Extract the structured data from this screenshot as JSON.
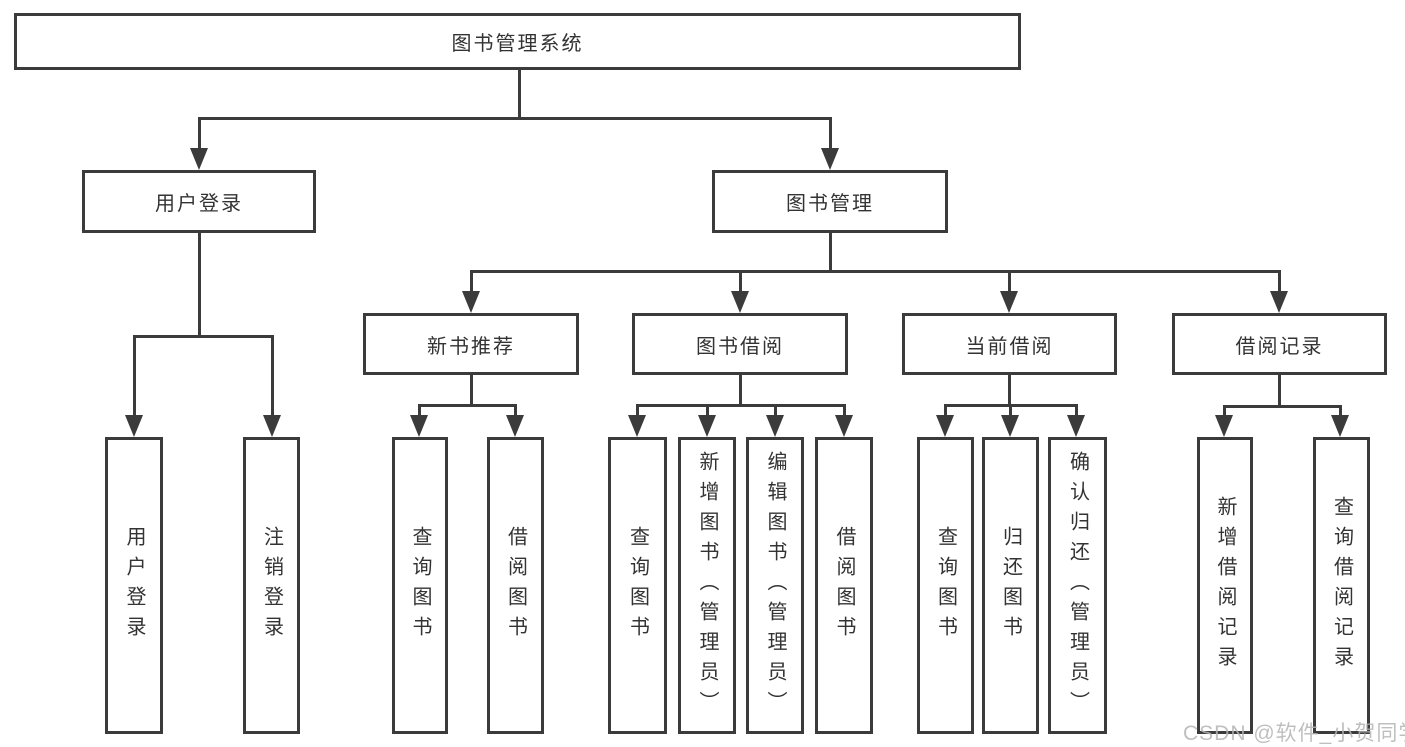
{
  "colors": {
    "line": "#3b3b3b",
    "text": "#333333",
    "bg": "#ffffff",
    "watermark": "#b5b5b5"
  },
  "watermark": {
    "text": "CSDN @软件_小贺同学"
  },
  "tree": {
    "label": "图书管理系统",
    "children": [
      {
        "label": "用户登录",
        "children": [
          {
            "label": "用户登录"
          },
          {
            "label": "注销登录"
          }
        ]
      },
      {
        "label": "图书管理",
        "children": [
          {
            "label": "新书推荐",
            "children": [
              {
                "label": "查询图书"
              },
              {
                "label": "借阅图书"
              }
            ]
          },
          {
            "label": "图书借阅",
            "children": [
              {
                "label": "查询图书"
              },
              {
                "label": "新增图书（管理员）"
              },
              {
                "label": "编辑图书（管理员）"
              },
              {
                "label": "借阅图书"
              }
            ]
          },
          {
            "label": "当前借阅",
            "children": [
              {
                "label": "查询图书"
              },
              {
                "label": "归还图书"
              },
              {
                "label": "确认归还（管理员）"
              }
            ]
          },
          {
            "label": "借阅记录",
            "children": [
              {
                "label": "新增借阅记录"
              },
              {
                "label": "查询借阅记录"
              }
            ]
          }
        ]
      }
    ]
  }
}
